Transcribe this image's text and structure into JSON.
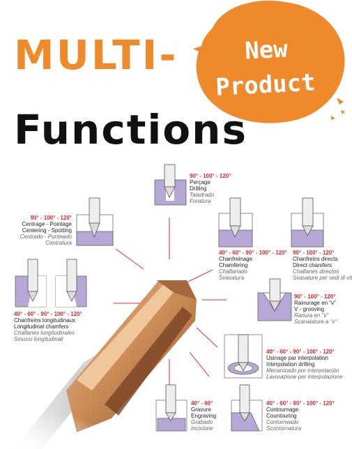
{
  "headline": {
    "line1": "MULTI-",
    "line2": "Functions"
  },
  "badge": {
    "line1": "New",
    "line2": "Product",
    "color": "#ee8a2c"
  },
  "colors": {
    "orange": "#ee8a2c",
    "angle_red": "#e0262b",
    "material": "#b6a7d6",
    "connector": "#e35b5b"
  },
  "operations": [
    {
      "angles": "90° - 100° - 120°",
      "fr": "Perçage",
      "en": "Drilling",
      "es": "Taladrado",
      "it": "Foratura"
    },
    {
      "angles": "90° - 100° - 120°",
      "fr": "Centrage - Pointage",
      "en": "Centering - Spotting",
      "es": "Centrado - Punteado",
      "it": "Centratura"
    },
    {
      "angles": "40° - 60° - 90° - 100° - 120°",
      "fr": "Chanfreinage",
      "en": "Chamfering",
      "es": "Chaflanado",
      "it": "Svasatura"
    },
    {
      "angles": "90° - 100° - 120°",
      "fr": "Chanfreins directs",
      "en": "Direct chamfers",
      "es": "Chaflanes directos",
      "it": "Svasature per sedi di viti"
    },
    {
      "angles": "40° - 60° - 90° - 100° - 120°",
      "fr": "Chanfreins longitudinaux",
      "en": "Longitudinal chamfers",
      "es": "Chaflanes longitudinales",
      "it": "Smussi longitudinali"
    },
    {
      "angles": "90° - 100° - 120°",
      "fr": "Rainurage en \"v\"",
      "en": "V - grooving",
      "es": "Ranura en \"v\"",
      "it": "Scanalature a \"v\""
    },
    {
      "angles": "40° - 60° - 90° - 100° - 120°",
      "fr": "Usinage par interpolation",
      "en": "Interpolation drilling",
      "es": "Mecanizado por interpolación",
      "it": "Lavorazione per interpolazione"
    },
    {
      "angles": "40° - 60°",
      "fr": "Gravure",
      "en": "Engraving",
      "es": "Grabado",
      "it": "Incisione"
    },
    {
      "angles": "40° - 60° - 90° - 100° - 120°",
      "fr": "Contournage",
      "en": "Countouring",
      "es": "Contorneado",
      "it": "Scontornatura"
    }
  ]
}
